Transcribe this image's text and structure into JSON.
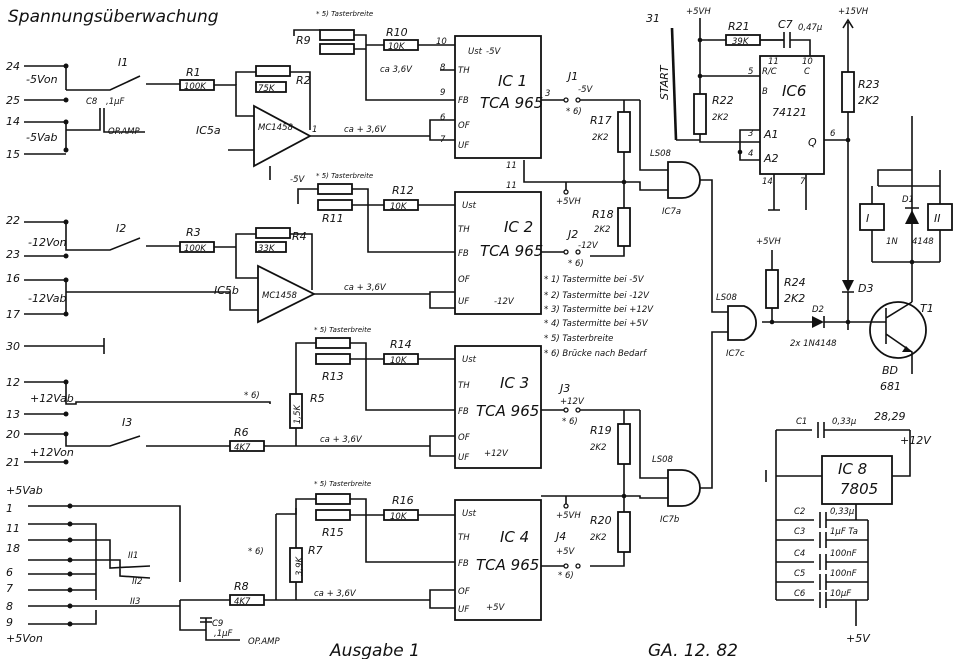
{
  "title": "Spannungsüberwachung",
  "footer_left": "Ausgabe 1",
  "footer_right": "GA. 12. 82",
  "notes": [
    "* 1) Tastermitte bei -5V",
    "* 2) Tastermitte bei -12V",
    "* 3) Tastermitte bei +12V",
    "* 4) Tastermitte bei +5V",
    "* 5) Tasterbreite",
    "* 6) Brücke nach Bedarf"
  ],
  "terminals": {
    "t24": "24",
    "t25": "25",
    "t14": "14",
    "t15": "15",
    "t22": "22",
    "t23": "23",
    "t16": "16",
    "t17": "17",
    "t30": "30",
    "t12": "12",
    "t13": "13",
    "t20": "20",
    "t21": "21",
    "t1": "1",
    "t11": "11",
    "t18": "18",
    "t6": "6",
    "t7": "7",
    "t8": "8",
    "t9": "9",
    "t31": "31"
  },
  "signals": {
    "m5von": "-5Von",
    "m5vab": "-5Vab",
    "m12von": "-12Von",
    "m12vab": "-12Vab",
    "p12vab": "+12Vab",
    "p12von": "+12Von",
    "p5vab": "+5Vab",
    "p5von": "+5Von",
    "start": "START",
    "p5vh_top": "+5VH",
    "p15vh": "+15VH",
    "p5vh_mid": "+5VH",
    "p12v_reg": "+12V",
    "p5v_out": "+5V",
    "rail_top": "28,29"
  },
  "switches": {
    "i1": "I1",
    "i2": "I2",
    "i3": "I3",
    "ii1": "II1",
    "ii2": "II2",
    "ii3": "II3"
  },
  "resistors": {
    "r1": "R1",
    "r1v": "100K",
    "r2": "R2",
    "r2v": "75K",
    "r3": "R3",
    "r3v": "100K",
    "r4": "R4",
    "r4v": "33K",
    "r5": "R5",
    "r5v": "1,5K",
    "r6": "R6",
    "r6v": "4K7",
    "r7": "R7",
    "r7v": "3,9K",
    "r8": "R8",
    "r8v": "4K7",
    "r9": "R9",
    "r10": "R10",
    "r10v": "10K",
    "r11": "R11",
    "r12": "R12",
    "r12v": "10K",
    "r13": "R13",
    "r14": "R14",
    "r14v": "10K",
    "r15": "R15",
    "r16": "R16",
    "r16v": "10K",
    "r17": "R17",
    "r17v": "2K2",
    "r18": "R18",
    "r18v": "2K2",
    "r19": "R19",
    "r19v": "2K2",
    "r20": "R20",
    "r20v": "2K2",
    "r21": "R21",
    "r21v": "39K",
    "r22": "R22",
    "r22v": "2K2",
    "r23": "R23",
    "r23v": "2K2",
    "r24": "R24",
    "r24v": "2K2"
  },
  "ics": {
    "ic1": "IC 1",
    "ic1t": "TCA 965",
    "ic2": "IC 2",
    "ic2t": "TCA 965",
    "ic3": "IC 3",
    "ic3t": "TCA 965",
    "ic4": "IC 4",
    "ic4t": "TCA 965",
    "ic5a": "IC5a",
    "ic5b": "IC5b",
    "ic5type": "MC1458",
    "ic6": "IC6",
    "ic6t": "74121",
    "ic7a": "IC7a",
    "ic7b": "IC7b",
    "ic7c": "IC7c",
    "ic8": "IC 8",
    "ic8t": "7805",
    "ls08": "LS08"
  },
  "pins": {
    "ust": "Ust",
    "th": "TH",
    "fb": "FB",
    "of": "OF",
    "uf": "UF",
    "p10": "10",
    "p8": "8",
    "p9": "9",
    "p6": "6",
    "p7": "7",
    "p11": "11",
    "p3": "3",
    "p1": "1"
  },
  "ic_levels": {
    "ic1": "-5V",
    "ic2": "-12V",
    "ic3": "+12V",
    "ic4": "+5V"
  },
  "ca_values": {
    "ca36": "ca 3,6V",
    "ca36p": "ca + 3,6V"
  },
  "jumpers": {
    "j1": "J1",
    "j1v": "-5V",
    "j2": "J2",
    "j2v": "-12V",
    "j3": "J3",
    "j3v": "+12V",
    "j4": "J4",
    "j4v": "+5V",
    "note6": "* 6)"
  },
  "caps": {
    "c1": "C1",
    "c1v": "0,33µ",
    "c2": "C2",
    "c2v": "0,33µ",
    "c3": "C3",
    "c3v": "1µF Ta",
    "c4": "C4",
    "c4v": "100nF",
    "c5": "C5",
    "c5v": "100nF",
    "c6": "C6",
    "c6v": "10µF",
    "c7": "C7",
    "c7v": "0,47µ",
    "c8": "C8",
    "c8v": ",1µF",
    "c9": "C9",
    "c9v": ",1µF"
  },
  "opamp_label": "OP.AMP",
  "ic6_pins": {
    "rc": "R/C",
    "c": "C",
    "b": "B",
    "a1": "A1",
    "a2": "A2",
    "q": "Q",
    "n11": "11",
    "n10": "10",
    "n5": "5",
    "n3": "3",
    "n4": "4",
    "n6": "6",
    "n14": "14",
    "n7": "7"
  },
  "semis": {
    "d1": "D1",
    "d1t": "1N",
    "d1v": "4148",
    "d2": "D2",
    "d2v": "2x 1N4148",
    "d3": "D3",
    "t1": "T1",
    "t1t": "BD",
    "t1v": "681",
    "rel1": "I",
    "rel2": "II"
  }
}
